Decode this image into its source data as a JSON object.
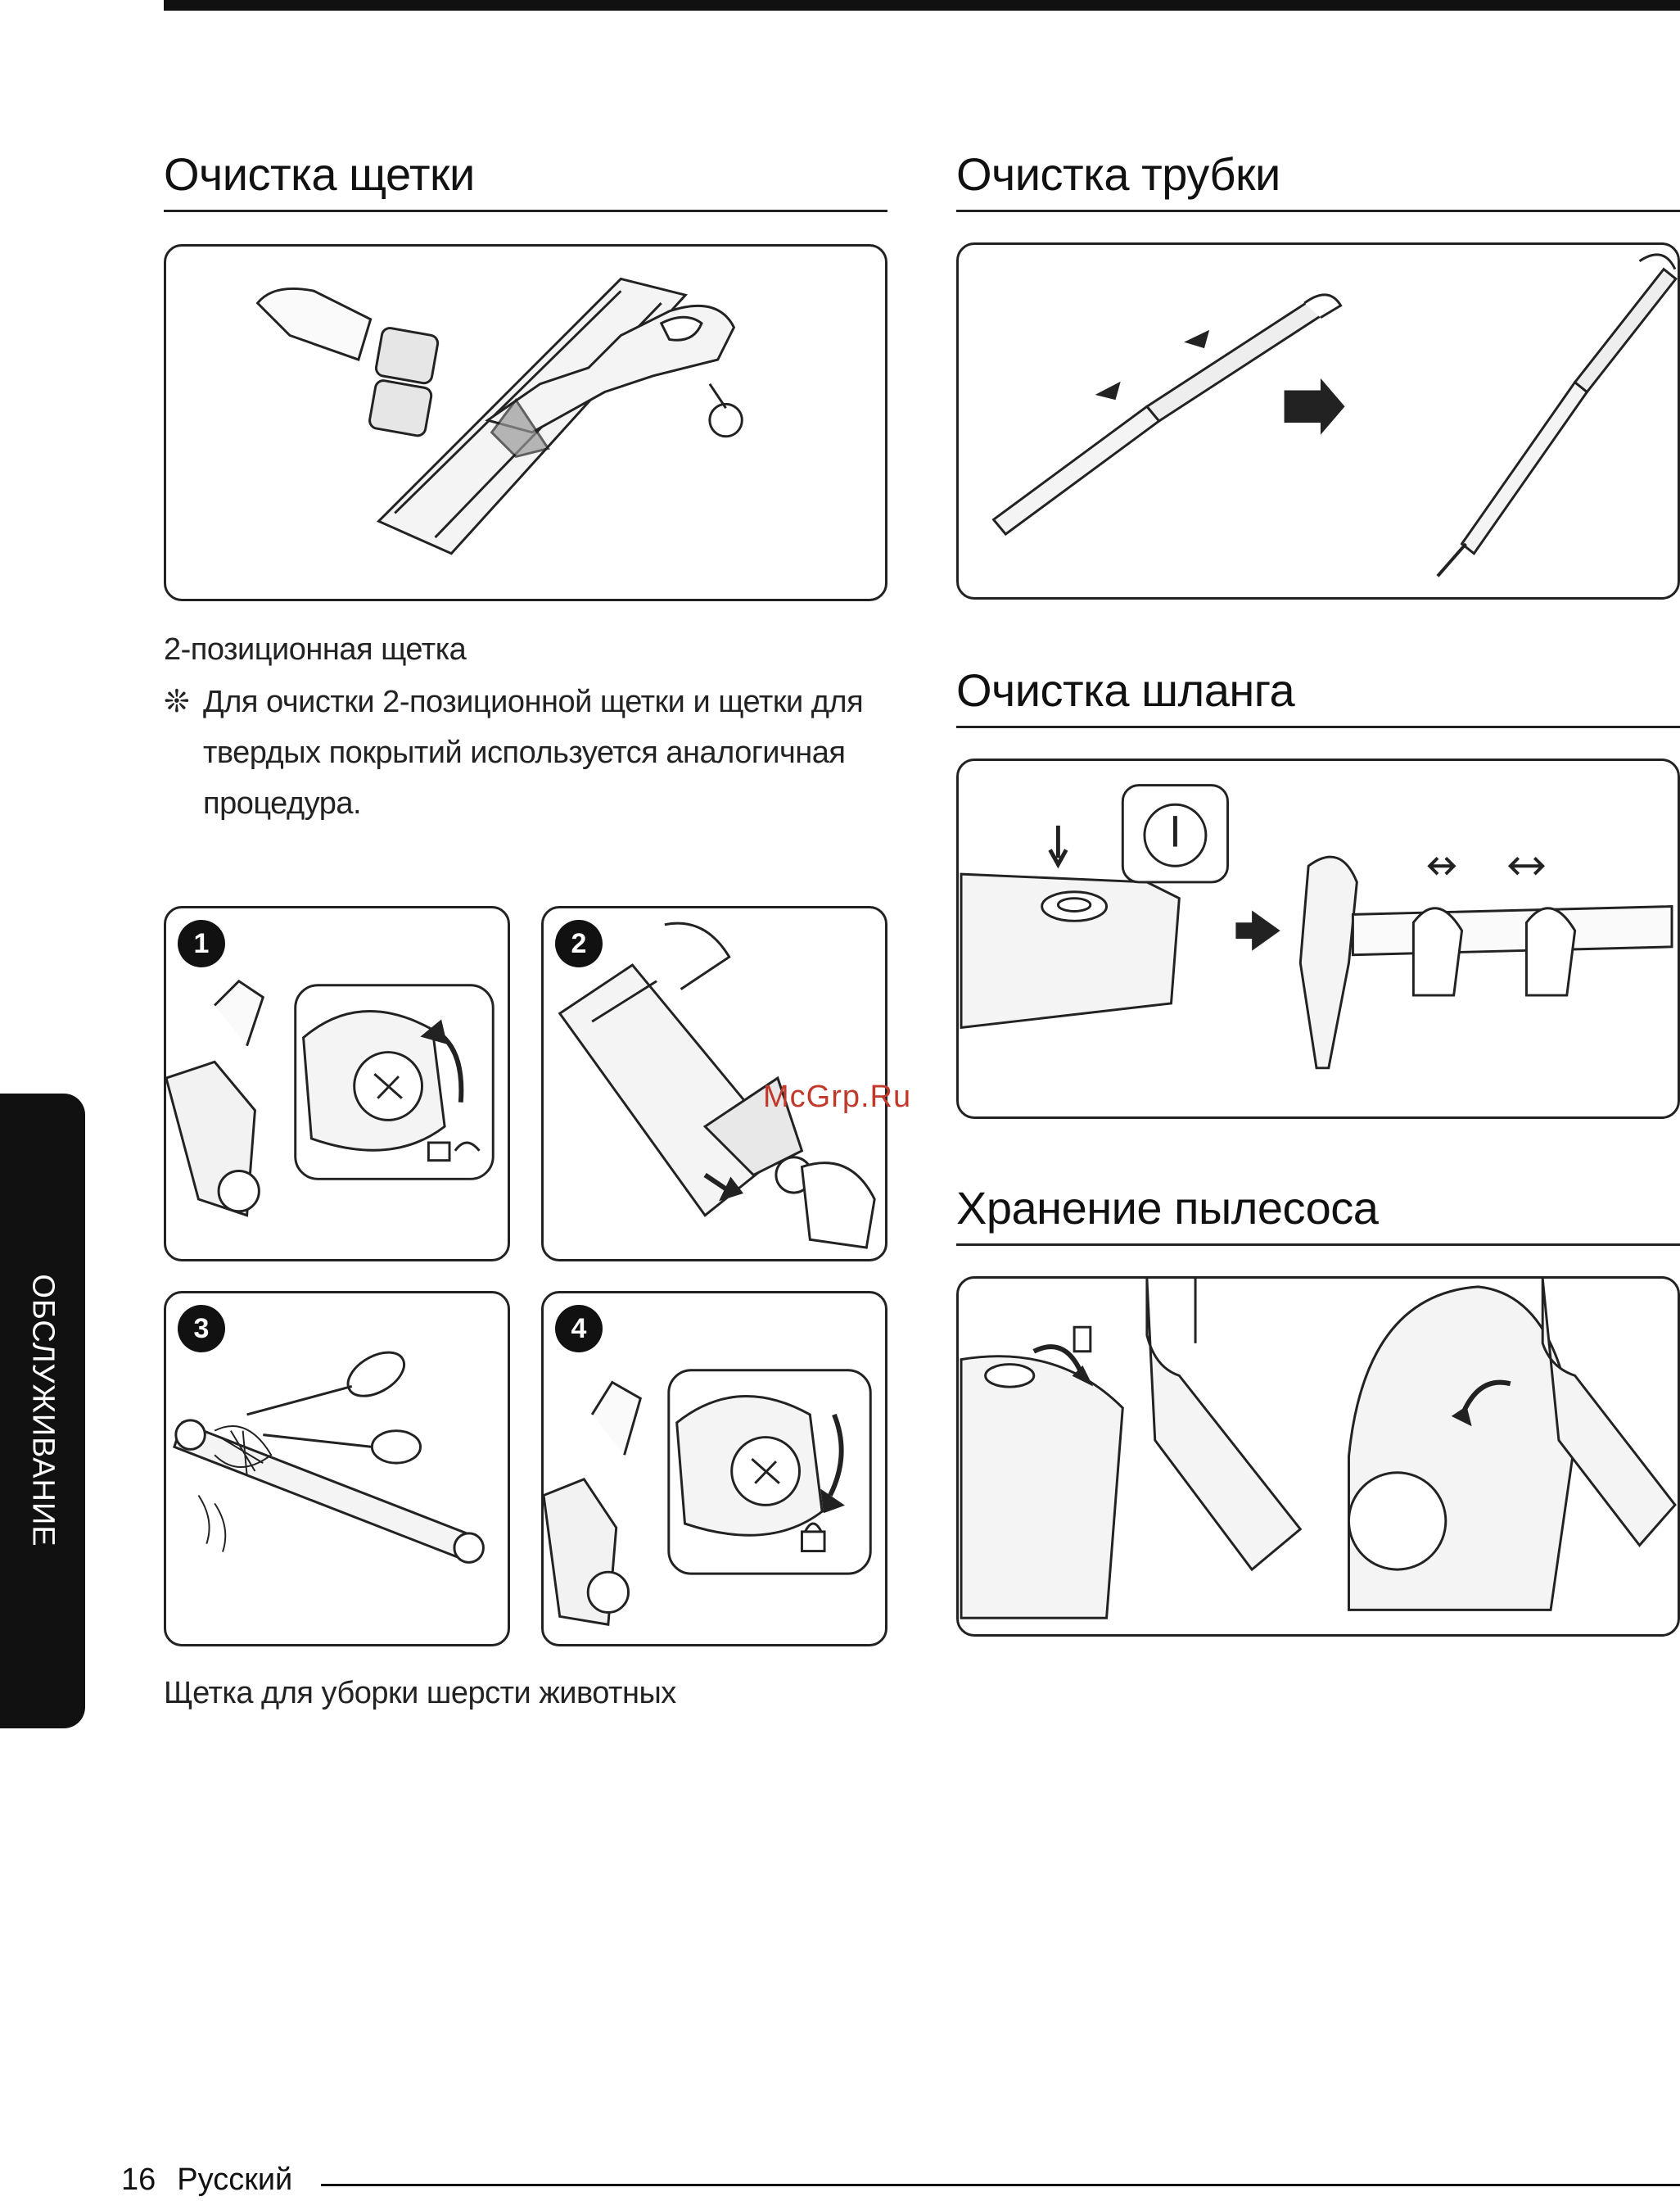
{
  "sections": {
    "brush_cleaning": {
      "title": "Очистка щетки"
    },
    "pipe_cleaning": {
      "title": "Очистка трубки"
    },
    "hose_cleaning": {
      "title": "Очистка шланга"
    },
    "storage": {
      "title": "Хранение пылесоса"
    }
  },
  "brush_caption": "2-позиционная щетка",
  "note": {
    "symbol": "❊",
    "text": "Для очистки 2-позиционной щетки и щетки для твердых покрытий используется аналогичная процедура."
  },
  "steps": [
    "1",
    "2",
    "3",
    "4"
  ],
  "pet_brush_caption": "Щетка для уборки шерсти животных",
  "side_tab": "ОБСЛУЖИВАНИЕ",
  "watermark": "McGrp.Ru",
  "footer": {
    "page": "16",
    "language": "Русский"
  }
}
